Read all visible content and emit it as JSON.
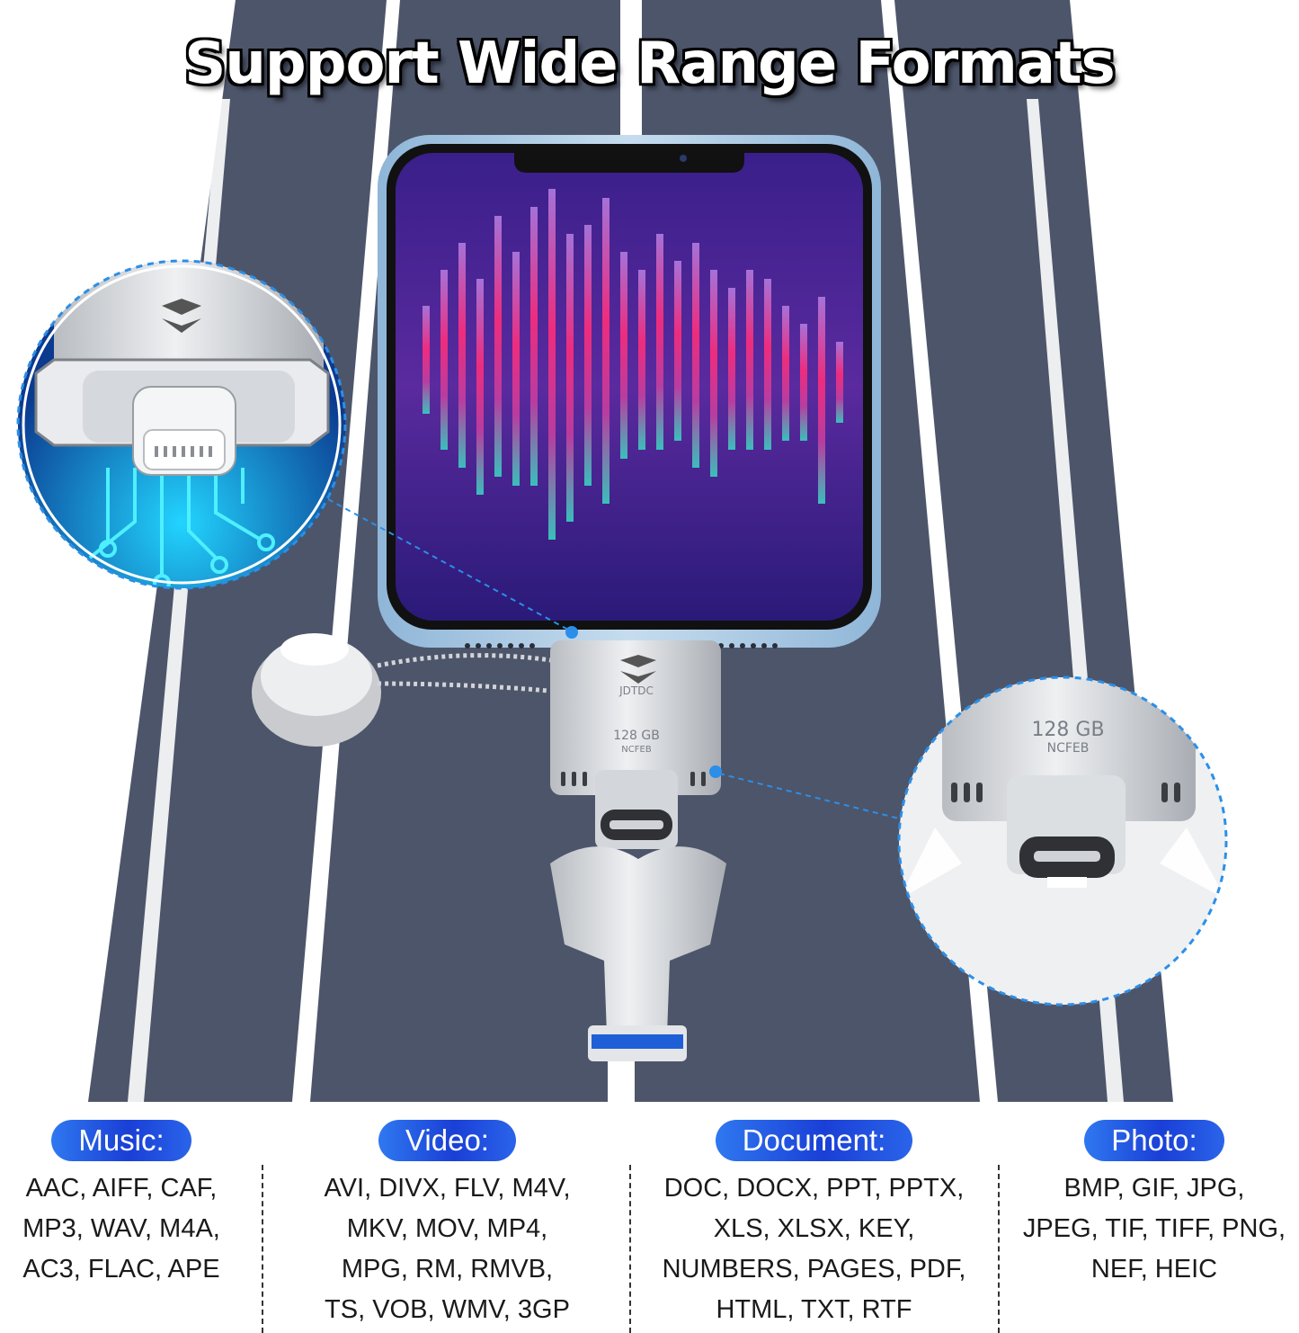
{
  "title": "Support Wide Range Formats",
  "device": {
    "brand_label": "JDTDC",
    "capacity_label": "128 GB",
    "model_label": "NCFEB"
  },
  "formats": [
    {
      "name": "Music:",
      "lines": [
        "AAC, AIFF, CAF,",
        "MP3, WAV, M4A,",
        "AC3, FLAC, APE"
      ]
    },
    {
      "name": "Video:",
      "lines": [
        "AVI, DIVX, FLV, M4V,",
        "MKV, MOV, MP4,",
        "MPG, RM, RMVB,",
        "TS, VOB, WMV, 3GP"
      ]
    },
    {
      "name": "Document:",
      "lines": [
        "DOC, DOCX, PPT, PPTX,",
        "XLS, XLSX, KEY,",
        "NUMBERS, PAGES, PDF,",
        "HTML, TXT, RTF"
      ]
    },
    {
      "name": "Photo:",
      "lines": [
        "BMP, GIF, JPG,",
        "JPEG, TIF, TIFF, PNG,",
        "NEF, HEIC"
      ]
    }
  ],
  "colors": {
    "road": "#4d556a",
    "pill_accent": "#1f4de0",
    "callout_line": "#2b8fe8"
  }
}
